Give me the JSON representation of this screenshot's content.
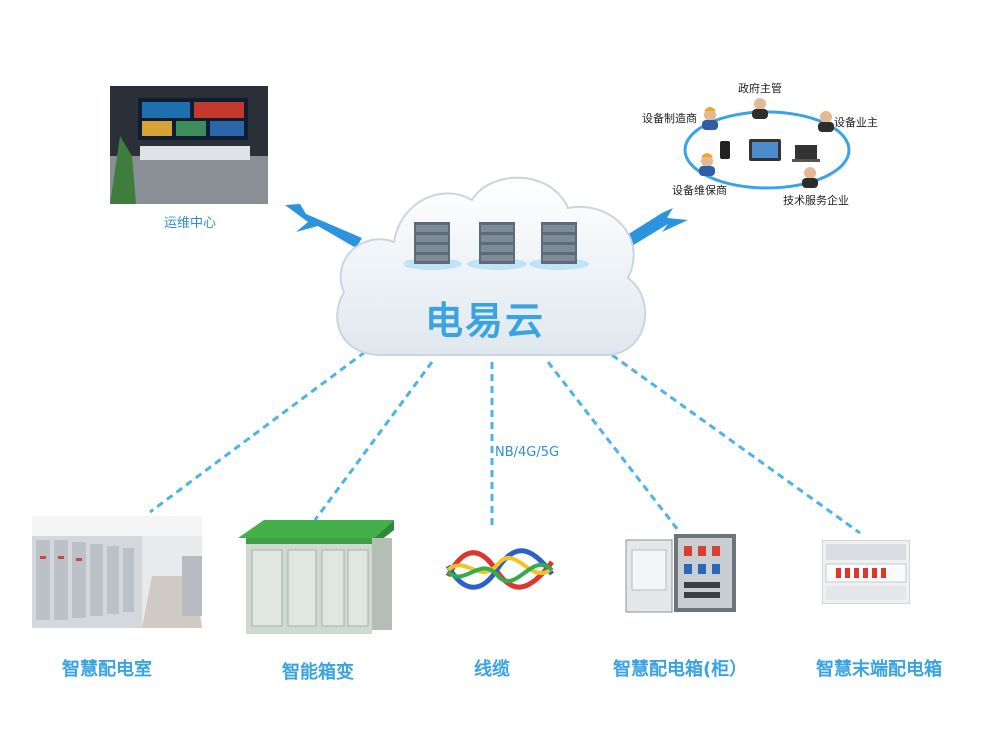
{
  "cloud": {
    "title": "电易云"
  },
  "network_label": "NB/4G/5G",
  "ops_center": {
    "label": "运维中心"
  },
  "stakeholders": {
    "roles": [
      "政府主管",
      "设备制造商",
      "设备业主",
      "设备维保商",
      "技术服务企业"
    ]
  },
  "devices": [
    {
      "label": "智慧配电室"
    },
    {
      "label": "智能箱变"
    },
    {
      "label": "线缆"
    },
    {
      "label": "智慧配电箱(柜）"
    },
    {
      "label": "智慧末端配电箱"
    }
  ],
  "colors": {
    "accent": "#3aa3e3",
    "dash": "#4db3ea",
    "arrow": "#2c93df"
  }
}
